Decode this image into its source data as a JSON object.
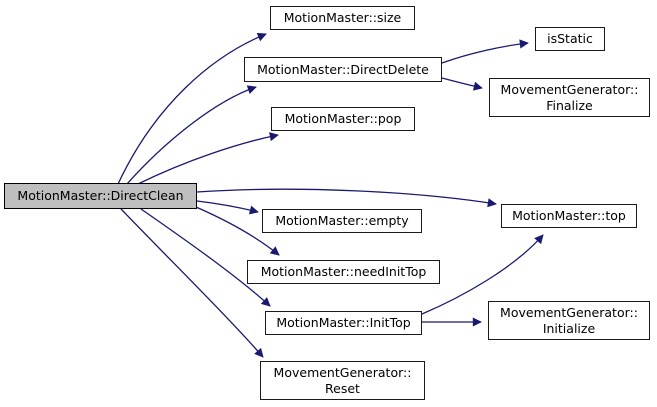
{
  "diagram": {
    "kind": "call-graph",
    "root": "MotionMaster::DirectClean",
    "edge_color": "#191970",
    "node_fill": "#ffffff",
    "highlight_fill": "#bfbfbf",
    "border_color": "#1a1a1a",
    "text_color": "#000000",
    "background": "#ffffff"
  },
  "nodes": {
    "directclean": {
      "label": "MotionMaster::DirectClean",
      "highlighted": true
    },
    "size": {
      "label": "MotionMaster::size"
    },
    "directdelete": {
      "label": "MotionMaster::DirectDelete"
    },
    "pop": {
      "label": "MotionMaster::pop"
    },
    "isstatic": {
      "label": "isStatic"
    },
    "finalize": {
      "label": "MovementGenerator::\nFinalize"
    },
    "empty": {
      "label": "MotionMaster::empty"
    },
    "needinittop": {
      "label": "MotionMaster::needInitTop"
    },
    "inittop": {
      "label": "MotionMaster::InitTop"
    },
    "reset": {
      "label": "MovementGenerator::\nReset"
    },
    "top": {
      "label": "MotionMaster::top"
    },
    "initialize": {
      "label": "MovementGenerator::\nInitialize"
    }
  },
  "edges": [
    {
      "from": "MotionMaster::DirectClean",
      "to": "MotionMaster::size"
    },
    {
      "from": "MotionMaster::DirectClean",
      "to": "MotionMaster::DirectDelete"
    },
    {
      "from": "MotionMaster::DirectClean",
      "to": "MotionMaster::pop"
    },
    {
      "from": "MotionMaster::DirectClean",
      "to": "MotionMaster::top"
    },
    {
      "from": "MotionMaster::DirectClean",
      "to": "MotionMaster::empty"
    },
    {
      "from": "MotionMaster::DirectClean",
      "to": "MotionMaster::needInitTop"
    },
    {
      "from": "MotionMaster::DirectClean",
      "to": "MotionMaster::InitTop"
    },
    {
      "from": "MotionMaster::DirectClean",
      "to": "MovementGenerator::Reset"
    },
    {
      "from": "MotionMaster::DirectDelete",
      "to": "isStatic"
    },
    {
      "from": "MotionMaster::DirectDelete",
      "to": "MovementGenerator::Finalize"
    },
    {
      "from": "MotionMaster::InitTop",
      "to": "MotionMaster::top"
    },
    {
      "from": "MotionMaster::InitTop",
      "to": "MovementGenerator::Initialize"
    }
  ]
}
